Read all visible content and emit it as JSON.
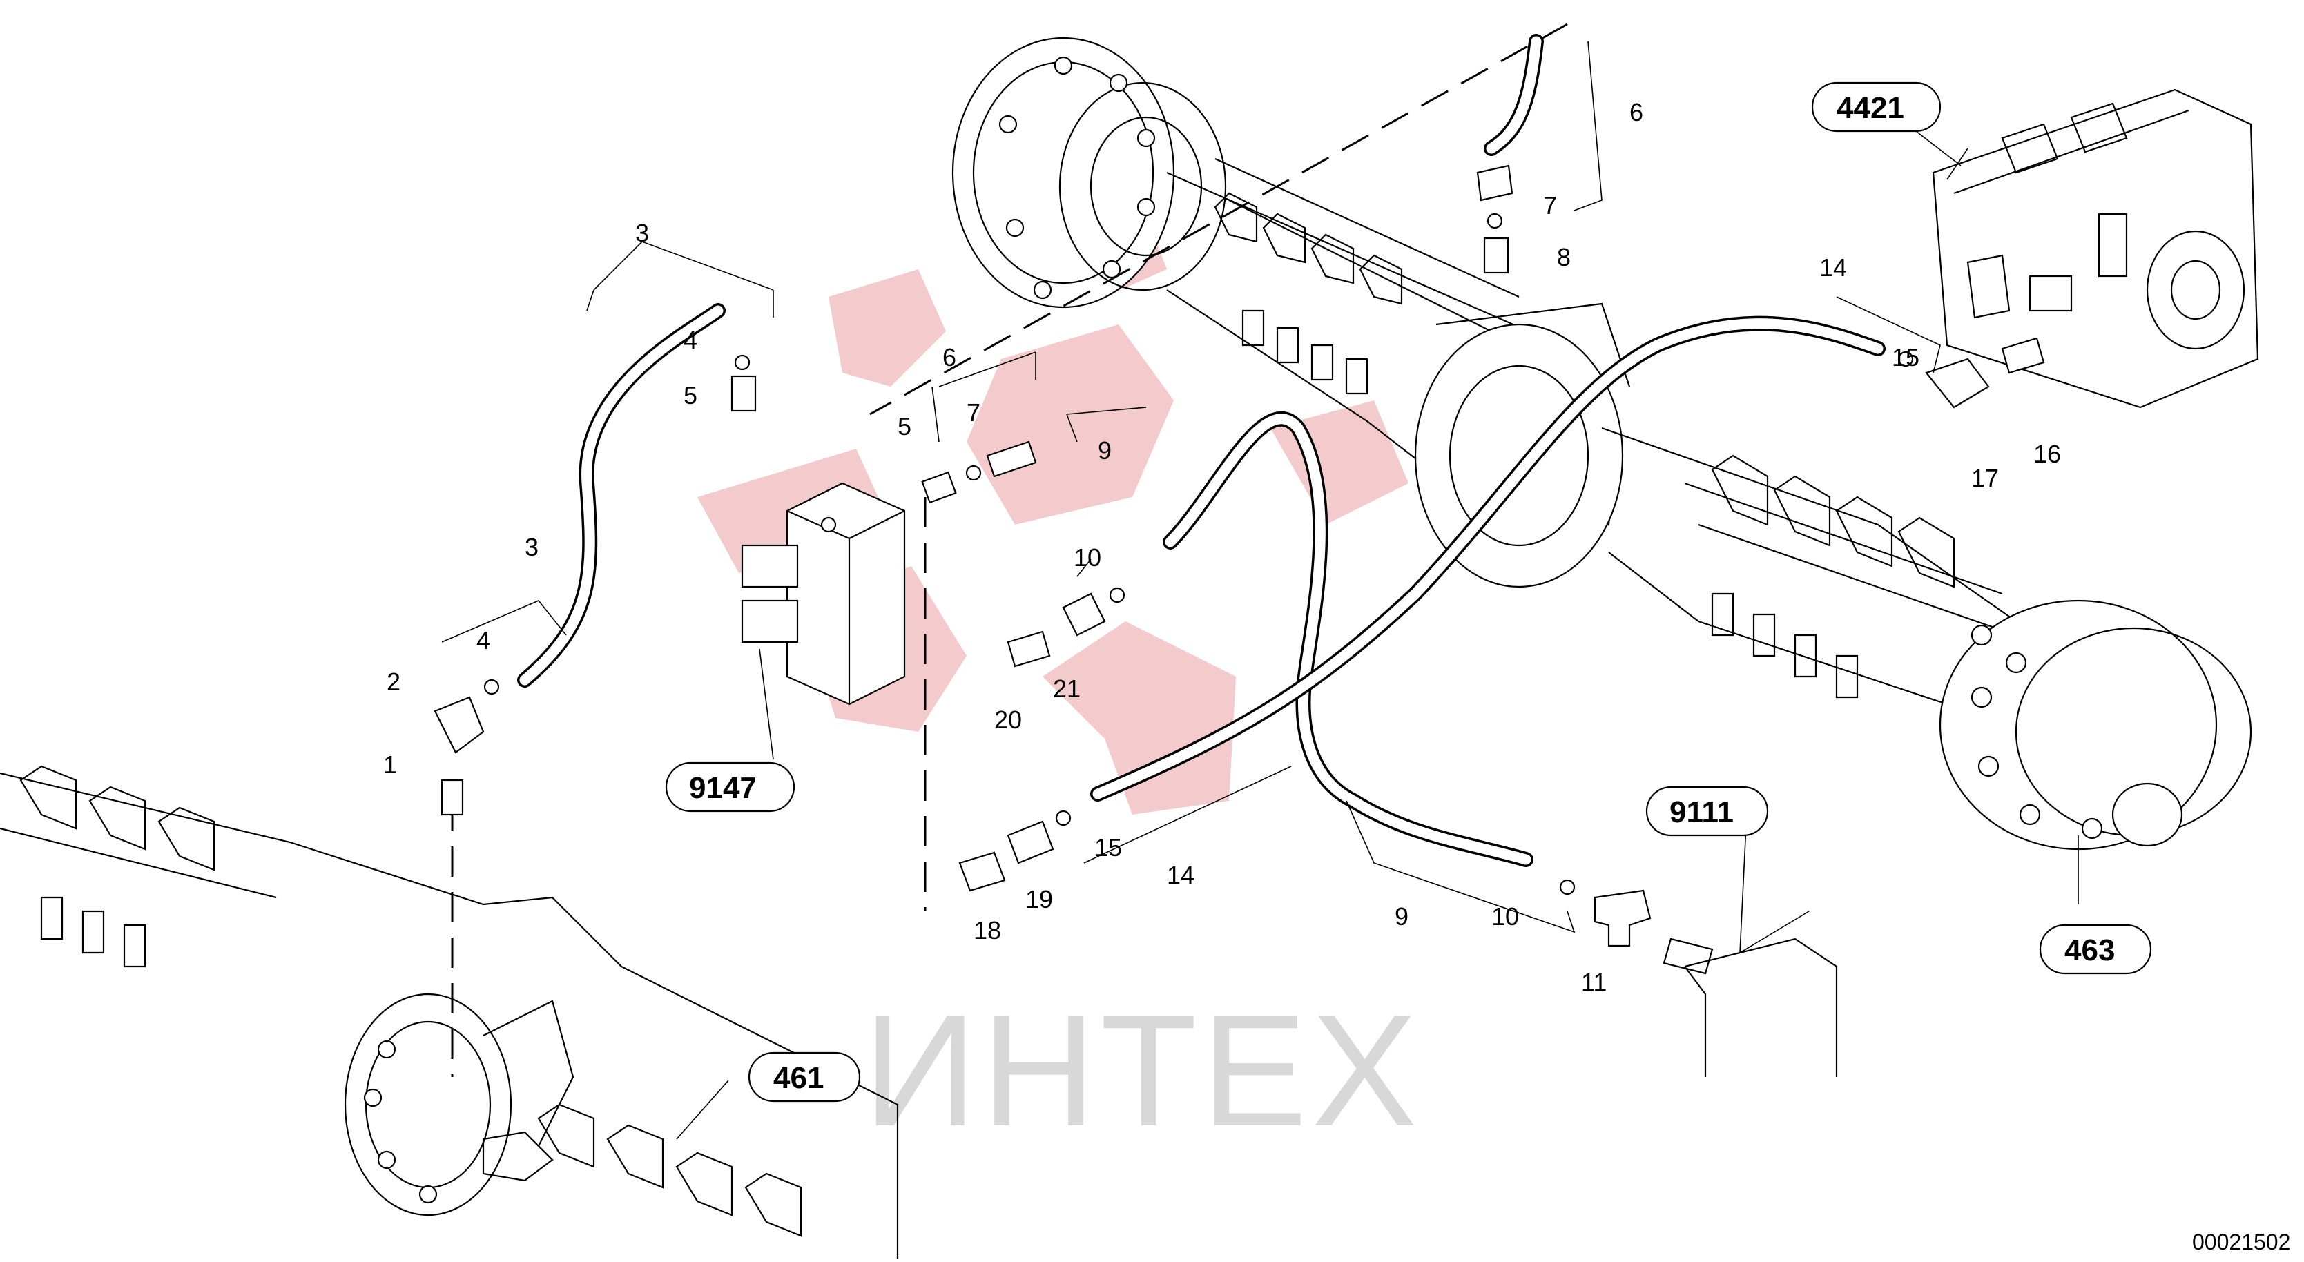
{
  "watermark": {
    "text": "ИНТЕХ",
    "logo_color": "#f3c5c8",
    "text_color": "#d8d8d8"
  },
  "drawing_number": "00021502",
  "references": [
    {
      "id": "ref-4421",
      "label": "4421"
    },
    {
      "id": "ref-9147",
      "label": "9147"
    },
    {
      "id": "ref-9111",
      "label": "9111"
    },
    {
      "id": "ref-463",
      "label": "463"
    },
    {
      "id": "ref-461",
      "label": "461"
    }
  ],
  "callouts": [
    "1",
    "2",
    "3",
    "3",
    "4",
    "4",
    "5",
    "5",
    "6",
    "6",
    "7",
    "7",
    "8",
    "9",
    "9",
    "10",
    "10",
    "11",
    "14",
    "14",
    "15",
    "15",
    "16",
    "17",
    "18",
    "19",
    "20",
    "21"
  ]
}
